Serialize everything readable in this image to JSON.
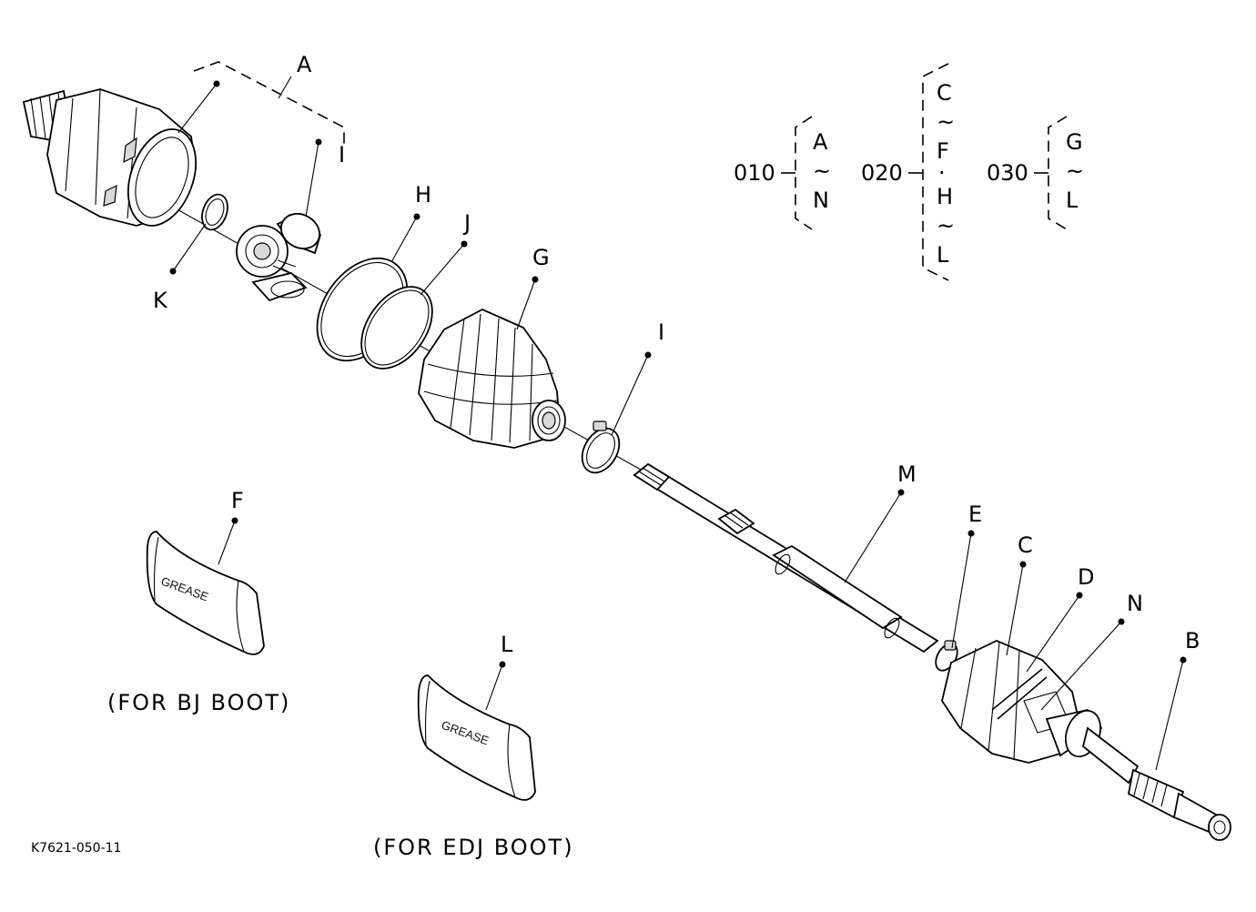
{
  "labels": {
    "A": "A",
    "I_top": "I",
    "H": "H",
    "J": "J",
    "G": "G",
    "I_mid": "I",
    "K": "K",
    "F": "F",
    "L": "L",
    "M": "M",
    "E": "E",
    "C": "C",
    "D": "D",
    "N": "N",
    "B": "B"
  },
  "groups": [
    {
      "code": "010",
      "range": [
        "A",
        "~",
        "N"
      ]
    },
    {
      "code": "020",
      "range": [
        "C",
        "~",
        "F",
        "·",
        "H",
        "~",
        "L"
      ]
    },
    {
      "code": "030",
      "range": [
        "G",
        "~",
        "L"
      ]
    }
  ],
  "captions": {
    "bj_boot": "(FOR BJ BOOT)",
    "edj_boot": "(FOR EDJ BOOT)"
  },
  "grease_text": "GREASE",
  "reference_code": "K7621-050-11"
}
